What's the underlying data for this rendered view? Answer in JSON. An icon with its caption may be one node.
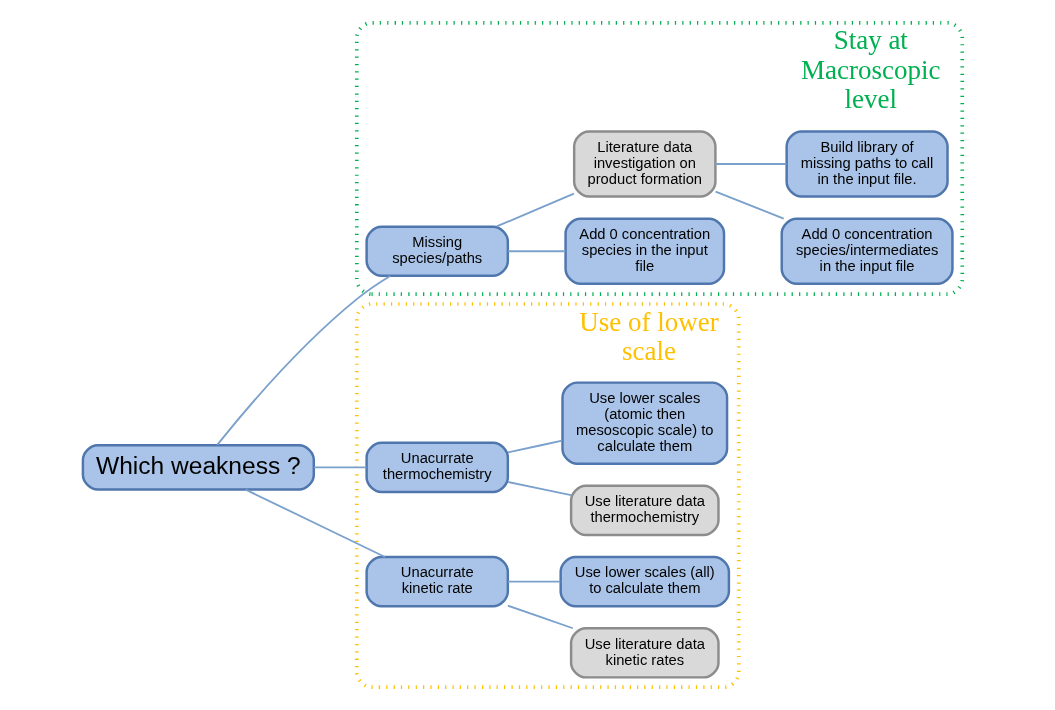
{
  "diagram": {
    "nodes": [
      {
        "text": [
          "Stay at Macroscopic level"
        ]
      },
      {
        "text": [
          "Which weakness ?"
        ]
      },
      {
        "text": [
          "Missing species/paths"
        ],
        "in": 0
      },
      {
        "text": [
          "Add 0 concentration species in the input file"
        ],
        "in": 0
      },
      {
        "text": [
          "Literature data investigation on product formation"
        ],
        "in": 0
      },
      {
        "text": [
          "Add 0 concentration species/intermediates in the input file"
        ],
        "in": 0
      },
      {
        "text": [
          "Build library of missing paths to call in the input file."
        ],
        "in": 0
      },
      {
        "text": [
          "Use of lower scale"
        ]
      },
      {
        "text": [
          "Unacurrate thermochemistry"
        ],
        "in": 7
      },
      {
        "text": [
          "Use literature data thermochemistry"
        ],
        "in": 7
      },
      {
        "text": [
          "Use lower scales (atomic then mesoscopic scale) to calculate them"
        ],
        "in": 7
      },
      {
        "text": [
          "Unacurrate kinetic rate"
        ],
        "in": 7
      },
      {
        "text": [
          "Use literature data kinetic rates"
        ],
        "in": 7
      },
      {
        "text": [
          "Use lower scales (all) to calculate them"
        ],
        "in": 7
      }
    ],
    "edges": [
      {
        "from": 1,
        "to": 2,
        "arrow": "none"
      },
      {
        "from": 1,
        "to": 8,
        "arrow": "none"
      },
      {
        "from": 1,
        "to": 11,
        "arrow": "none"
      },
      {
        "from": 2,
        "to": 3,
        "arrow": "none"
      },
      {
        "from": 2,
        "to": 4,
        "arrow": "none"
      },
      {
        "from": 4,
        "to": 5,
        "arrow": "none"
      },
      {
        "from": 4,
        "to": 6,
        "arrow": "none"
      },
      {
        "from": 8,
        "to": 9,
        "arrow": "none"
      },
      {
        "from": 8,
        "to": 10,
        "arrow": "none"
      },
      {
        "from": 11,
        "to": 12,
        "arrow": "none"
      },
      {
        "from": 11,
        "to": 13,
        "arrow": "none"
      }
    ]
  }
}
